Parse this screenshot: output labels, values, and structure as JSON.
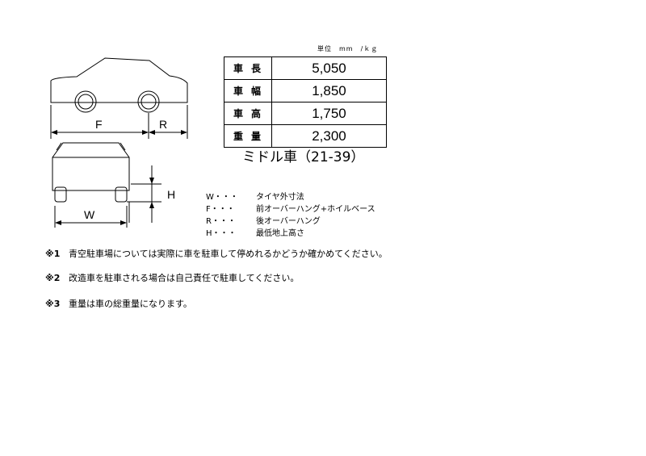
{
  "unit_label": "単位　mm　/ｋｇ",
  "specs": [
    {
      "label": "車長",
      "value": "5,050"
    },
    {
      "label": "車幅",
      "value": "1,850"
    },
    {
      "label": "車高",
      "value": "1,750"
    },
    {
      "label": "重量",
      "value": "2,300"
    }
  ],
  "caption": "ミドル車（21-39）",
  "diagram": {
    "f_label": "F",
    "r_label": "R",
    "h_label": "H",
    "w_label": "W"
  },
  "legend": [
    {
      "key": "W・・・",
      "text": "タイヤ外寸法"
    },
    {
      "key": "F・・・",
      "text": "前オーバーハング+ホイルベース"
    },
    {
      "key": "R・・・",
      "text": "後オーバーハング"
    },
    {
      "key": "H・・・",
      "text": "最低地上高さ"
    }
  ],
  "notes": [
    {
      "mark": "※1",
      "text": "青空駐車場については実際に車を駐車して停めれるかどうか確かめてください。"
    },
    {
      "mark": "※2",
      "text": "改造車を駐車される場合は自己責任で駐車してください。"
    },
    {
      "mark": "※3",
      "text": "重量は車の総重量になります。"
    }
  ]
}
